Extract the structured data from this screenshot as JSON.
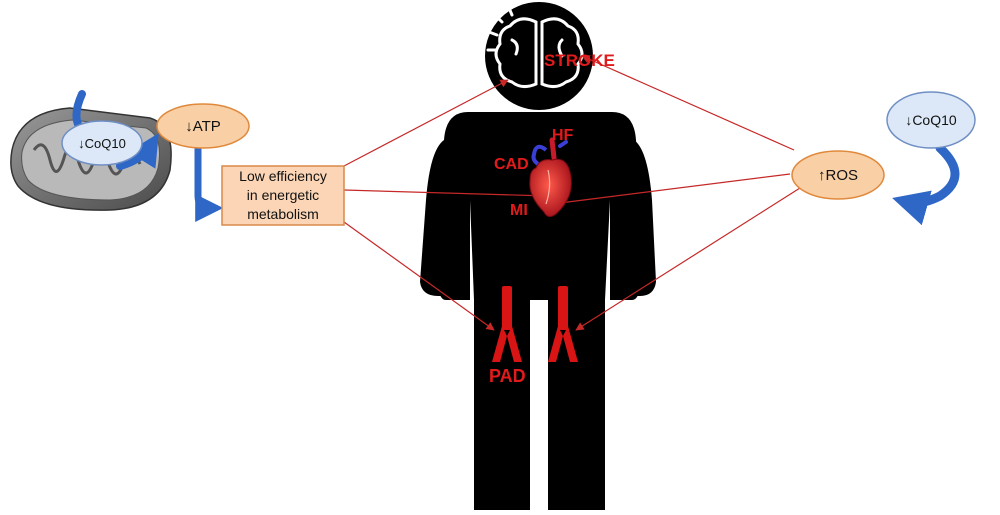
{
  "labels": {
    "coq10_left": "↓CoQ10",
    "coq10_right": "↓CoQ10",
    "atp": "↓ATP",
    "ros": "↑ROS",
    "box_line1": "Low efficiency",
    "box_line2": "in energetic",
    "box_line3": "metabolism",
    "stroke": "STROKE",
    "hf": "HF",
    "cad": "CAD",
    "mi": "MI",
    "pad": "PAD"
  },
  "colors": {
    "ellipse_orange_fill": "#f9cfa6",
    "ellipse_orange_stroke": "#e0893c",
    "ellipse_blue_fill": "#dce8f7",
    "ellipse_blue_stroke": "#6f8fc4",
    "box_fill": "#fbd5b5",
    "box_stroke": "#d9884a",
    "curved_arrow": "#2f67c7",
    "connector": "#c62828",
    "label_red": "#e11b1b",
    "silhouette": "#000000"
  }
}
